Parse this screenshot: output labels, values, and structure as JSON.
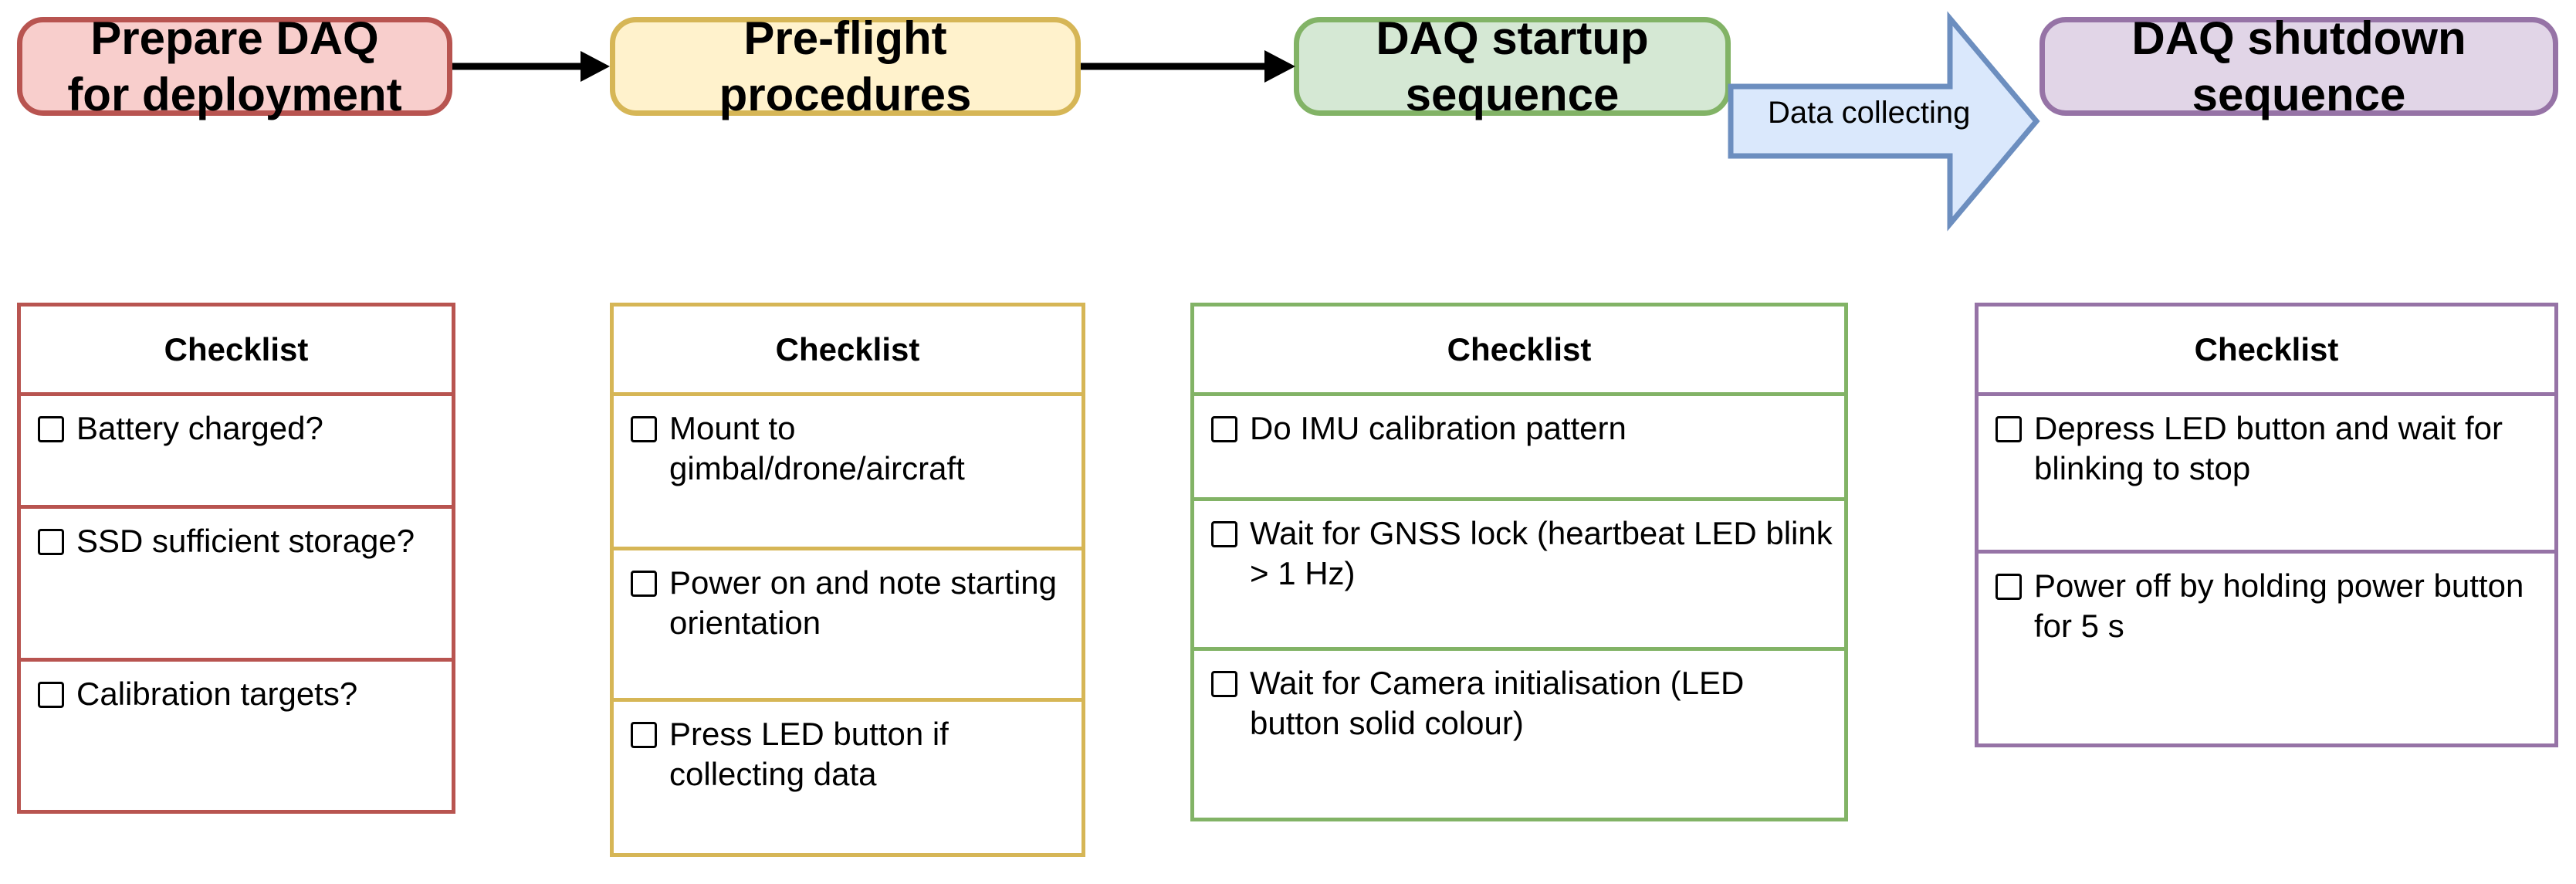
{
  "diagram": {
    "title": "DAQ deployment workflow",
    "colors": {
      "red_border": "#B85450",
      "red_fill": "#F8CECC",
      "yellow_border": "#D6B656",
      "yellow_fill": "#FFF2CC",
      "green_border": "#82B366",
      "green_fill": "#D5E8D4",
      "purple_border": "#9673A6",
      "purple_fill": "#E1D5E7",
      "blue_border": "#6C8EBF",
      "blue_fill": "#DAE8FC",
      "connector": "#000000"
    }
  },
  "stages": [
    {
      "id": "prepare",
      "label": "Prepare DAQ\nfor deployment"
    },
    {
      "id": "preflight",
      "label": "Pre-flight\nprocedures"
    },
    {
      "id": "startup",
      "label": "DAQ startup\nsequence"
    },
    {
      "id": "shutdown",
      "label": "DAQ shutdown\nsequence"
    }
  ],
  "connectors": [
    {
      "id": "prepare-to-preflight",
      "type": "plain-arrow",
      "label": ""
    },
    {
      "id": "preflight-to-startup",
      "type": "plain-arrow",
      "label": ""
    },
    {
      "id": "startup-to-shutdown",
      "type": "block-arrow",
      "label": "Data collecting"
    }
  ],
  "checklists": [
    {
      "id": "checklist-prepare",
      "header": "Checklist",
      "items": [
        "Battery charged?",
        "SSD sufficient storage?",
        "Calibration targets?"
      ]
    },
    {
      "id": "checklist-preflight",
      "header": "Checklist",
      "items": [
        "Mount to gimbal/drone/aircraft",
        "Power on and note starting orientation",
        "Press LED button if collecting data"
      ]
    },
    {
      "id": "checklist-startup",
      "header": "Checklist",
      "items": [
        "Do IMU calibration pattern",
        "Wait for GNSS lock (heartbeat LED blink > 1 Hz)",
        "Wait for Camera initialisation (LED button solid colour)"
      ]
    },
    {
      "id": "checklist-shutdown",
      "header": "Checklist",
      "items": [
        "Depress LED button and wait for blinking to stop",
        "Power off by holding power button for 5 s"
      ]
    }
  ]
}
